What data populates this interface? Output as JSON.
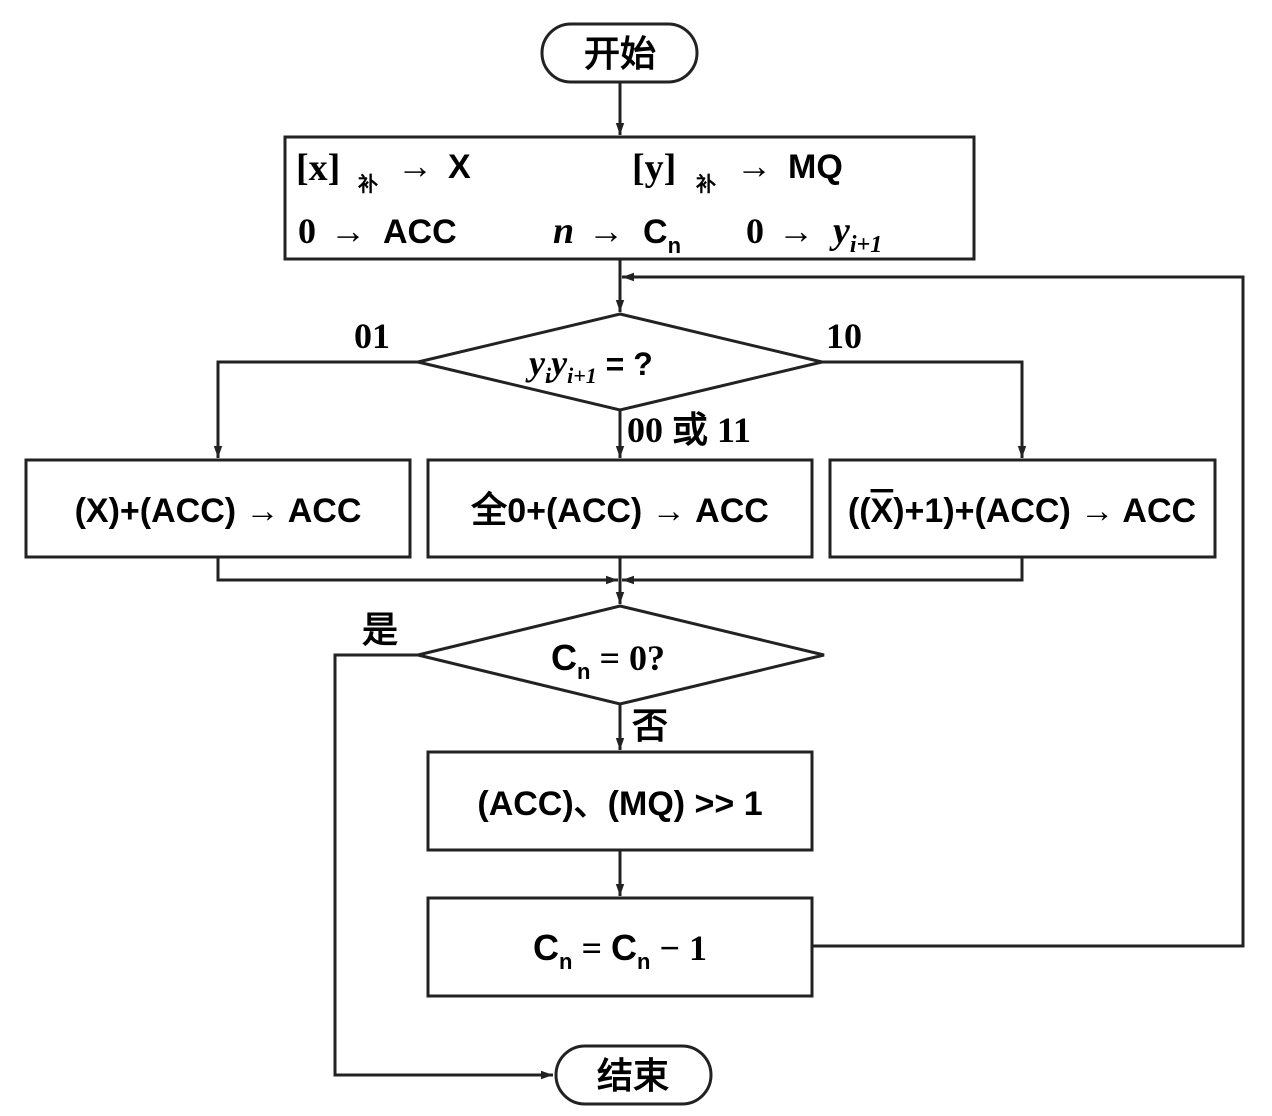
{
  "nodes": {
    "start": "开始",
    "end": "结束",
    "init": {
      "x_reg": "[x]",
      "y_reg": "[y]",
      "bu": "补",
      "arrow": "→",
      "x_target": "X",
      "mq_target": "MQ",
      "zero": "0",
      "acc_target": "ACC",
      "n": "n",
      "cn_base": "C",
      "cn_sub": "n",
      "y_base": "y",
      "y_sub": "i+1"
    },
    "decision_y": {
      "y1": "y",
      "s1": "i",
      "y2": "y",
      "s2": "i+1",
      "rest": " = ?"
    },
    "branch_add": "(X)+(ACC) → ACC",
    "branch_zero": {
      "quan": "全",
      "rest": "0+(ACC) → ACC"
    },
    "branch_sub": {
      "open": "((",
      "xbar": "X",
      "rest": ")+1)+(ACC) → ACC"
    },
    "decision_cn": {
      "base": "C",
      "sub": "n",
      "rest": " = 0?"
    },
    "shift": "(ACC)、(MQ) >> 1",
    "decrement": {
      "c1": "C",
      "s1": "n",
      "eq": " = ",
      "c2": "C",
      "s2": "n",
      "rest": " − 1"
    }
  },
  "edge_labels": {
    "left_branch": "01",
    "right_branch": "10",
    "middle_branch": "00 或 11",
    "yes": "是",
    "no": "否"
  }
}
